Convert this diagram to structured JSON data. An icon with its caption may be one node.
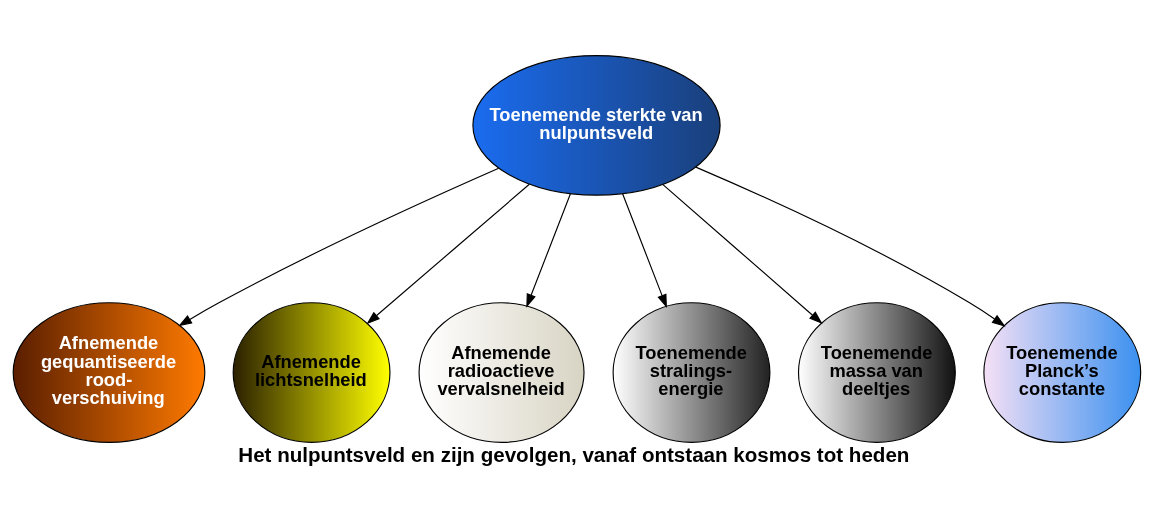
{
  "diagram": {
    "caption": "Het nulpuntsveld en zijn gevolgen, vanaf ontstaan kosmos tot heden",
    "nodes": [
      {
        "text": [
          "Toenemende sterkte van nulpuntsveld"
        ]
      },
      {
        "text": [
          "Afnemende gequantiseerde rood- verschuiving"
        ]
      },
      {
        "text": [
          "Afnemende lichtsnelheid"
        ]
      },
      {
        "text": [
          "Afnemende radioactieve vervalsnelheid"
        ]
      },
      {
        "text": [
          "Toenemende stralings- energie"
        ]
      },
      {
        "text": [
          "Toenemende massa van deeltjes"
        ]
      },
      {
        "text": [
          "Toenemende Planck’s constante"
        ]
      }
    ],
    "edges": [
      {
        "from": 0,
        "to": 1,
        "arrow": "to"
      },
      {
        "from": 0,
        "to": 2,
        "arrow": "to"
      },
      {
        "from": 0,
        "to": 3,
        "arrow": "to"
      },
      {
        "from": 0,
        "to": 4,
        "arrow": "to"
      },
      {
        "from": 0,
        "to": 5,
        "arrow": "to"
      },
      {
        "from": 0,
        "to": 6,
        "arrow": "to"
      }
    ]
  }
}
